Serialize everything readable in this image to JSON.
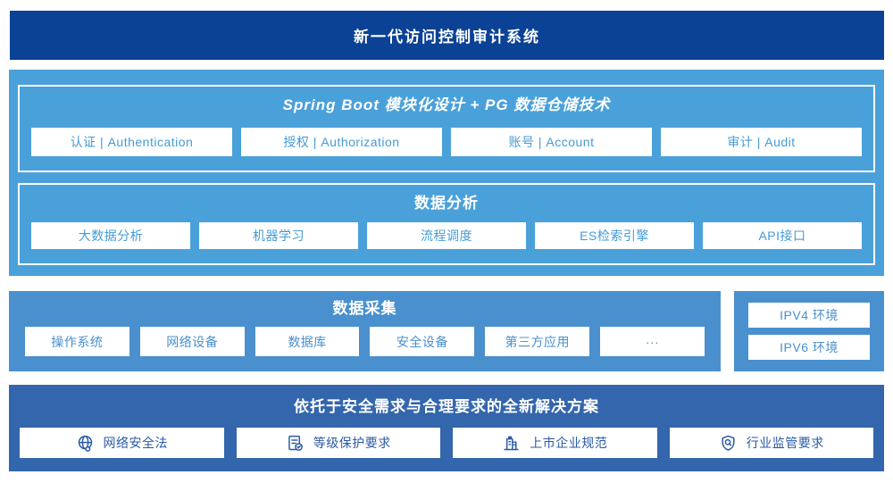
{
  "colors": {
    "banner_blue": "#0b4296",
    "platform_blue": "#4aa1da",
    "collection_blue": "#4a90ce",
    "solution_blue": "#3366ac",
    "box_text_light": "#449bd6",
    "box_text_dark": "#2b5aa5",
    "box_bg": "#ffffff"
  },
  "banner": {
    "title": "新一代访问控制审计系统"
  },
  "platform": {
    "modules": {
      "title": "Spring Boot 模块化设计 + PG 数据仓储技术",
      "items": [
        {
          "label": "认证 | Authentication"
        },
        {
          "label": "授权 | Authorization"
        },
        {
          "label": "账号 | Account"
        },
        {
          "label": "审计 | Audit"
        }
      ]
    },
    "analysis": {
      "title": "数据分析",
      "items": [
        {
          "label": "大数据分析"
        },
        {
          "label": "机器学习"
        },
        {
          "label": "流程调度"
        },
        {
          "label": "ES检索引擎"
        },
        {
          "label": "API接口"
        }
      ]
    }
  },
  "collection": {
    "title": "数据采集",
    "items": [
      {
        "label": "操作系统"
      },
      {
        "label": "网络设备"
      },
      {
        "label": "数据库"
      },
      {
        "label": "安全设备"
      },
      {
        "label": "第三方应用"
      },
      {
        "label": "···"
      }
    ]
  },
  "network": {
    "items": [
      {
        "label": "IPV4 环境"
      },
      {
        "label": "IPV6 环境"
      }
    ]
  },
  "solution": {
    "title": "依托于安全需求与合理要求的全新解决方案",
    "items": [
      {
        "icon": "globe-icon",
        "label": "网络安全法"
      },
      {
        "icon": "document-check-icon",
        "label": "等级保护要求"
      },
      {
        "icon": "building-icon",
        "label": "上市企业规范"
      },
      {
        "icon": "shield-search-icon",
        "label": "行业监管要求"
      }
    ]
  }
}
